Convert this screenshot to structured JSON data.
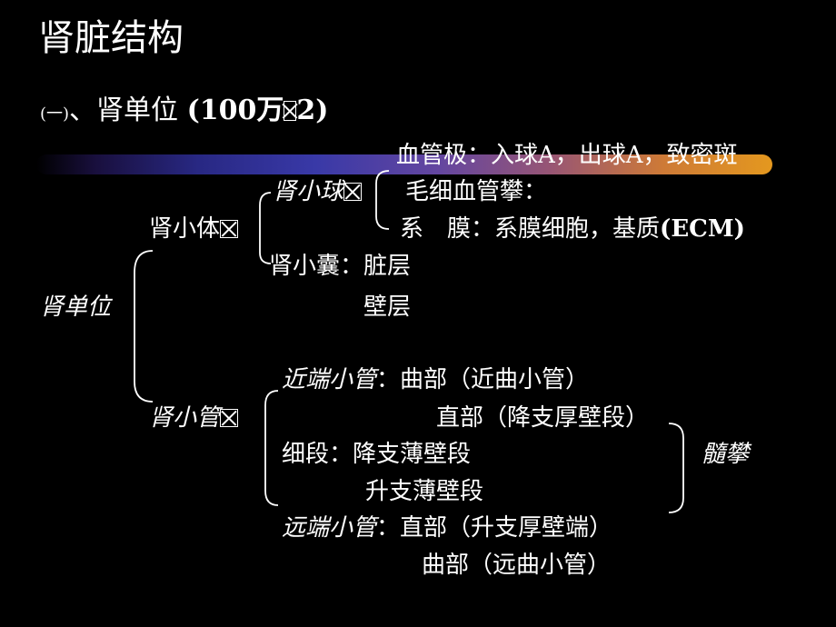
{
  "slide": {
    "title": "肾脏结构",
    "subtitle": {
      "prefix": "(一)",
      "sep": "、",
      "main": "肾单位",
      "paren": "(100万",
      "paren_end": "2)"
    },
    "lines": {
      "vascular_pole": "血管极：入球A，出球A，致密斑",
      "glomerulus": "肾小球",
      "capillary_loop": "毛细血管攀：",
      "mesangium_label": "系　膜：系膜细胞，基质",
      "mesangium_ecm": "(ECM)",
      "renal_corpuscle": "肾小体",
      "capsule": "肾小囊：脏层",
      "parietal": "壁层",
      "nephron": "肾单位",
      "proximal": "近端小管",
      "proximal_curved": "：曲部（近曲小管）",
      "proximal_straight": "直部（降支厚壁段）",
      "tubule": "肾小管",
      "thin_segment": "细段：降支薄壁段",
      "thin_ascending": "升支薄壁段",
      "medullary_loop": "髓攀",
      "distal": "远端小管",
      "distal_straight": "：直部（升支厚壁端）",
      "distal_curved": "曲部（远曲小管）"
    }
  }
}
